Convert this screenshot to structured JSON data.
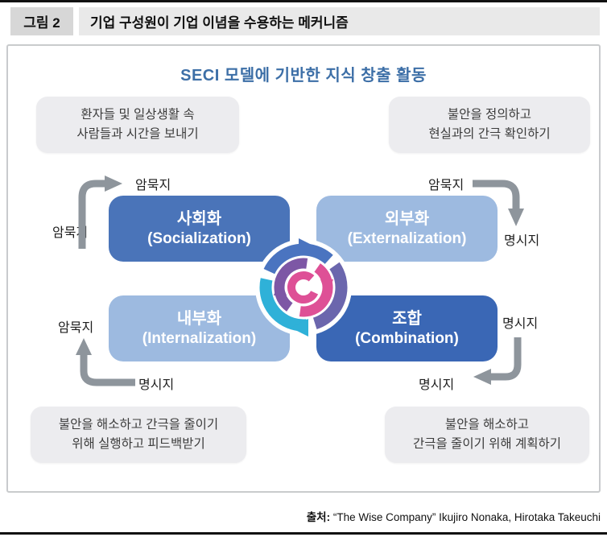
{
  "header": {
    "figure_label": "그림 2",
    "title": "기업 구성원이 기업 이념을 수용하는 메커니즘"
  },
  "diagram": {
    "title": "SECI 모델에 기반한 지식 창출 활동",
    "quadrants": {
      "socialization": {
        "kr": "사회화",
        "en": "(Socialization)"
      },
      "externalization": {
        "kr": "외부화",
        "en": "(Externalization)"
      },
      "internalization": {
        "kr": "내부화",
        "en": "(Internalization)"
      },
      "combination": {
        "kr": "조합",
        "en": "(Combination)"
      }
    },
    "bubbles": {
      "top_left": {
        "line1": "환자들 및 일상생활 속",
        "line2": "사람들과 시간을 보내기"
      },
      "top_right": {
        "line1": "불안을 정의하고",
        "line2": "현실과의 간극 확인하기"
      },
      "bottom_left": {
        "line1": "불안을 해소하고 간극을 줄이기",
        "line2": "위해 실행하고 피드백받기"
      },
      "bottom_right": {
        "line1": "불안을 해소하고",
        "line2": "간극을 줄이기 위해 계획하기"
      }
    },
    "knowledge_labels": {
      "tl_side": "암묵지",
      "tl_top": "암묵지",
      "tr_top": "암묵지",
      "tr_side": "명시지",
      "bl_side": "암묵지",
      "bl_bottom": "명시지",
      "br_side": "명시지",
      "br_bottom": "명시지"
    },
    "colors": {
      "title_blue": "#3d6fa7",
      "box_blue": "#4a74b9",
      "box_dark_blue": "#3a67b5",
      "box_light_blue": "#9dbae0",
      "bubble_gray": "#ececef",
      "arrow_gray": "#8e959c",
      "spiral_cyan": "#2fb1d8",
      "spiral_blue": "#4a74c0",
      "spiral_indigo": "#6b66ad",
      "spiral_purple": "#7d57a5",
      "spiral_pink": "#de5096"
    }
  },
  "source": {
    "prefix": "출처:",
    "text": "“The Wise Company” Ikujiro Nonaka, Hirotaka Takeuchi"
  }
}
